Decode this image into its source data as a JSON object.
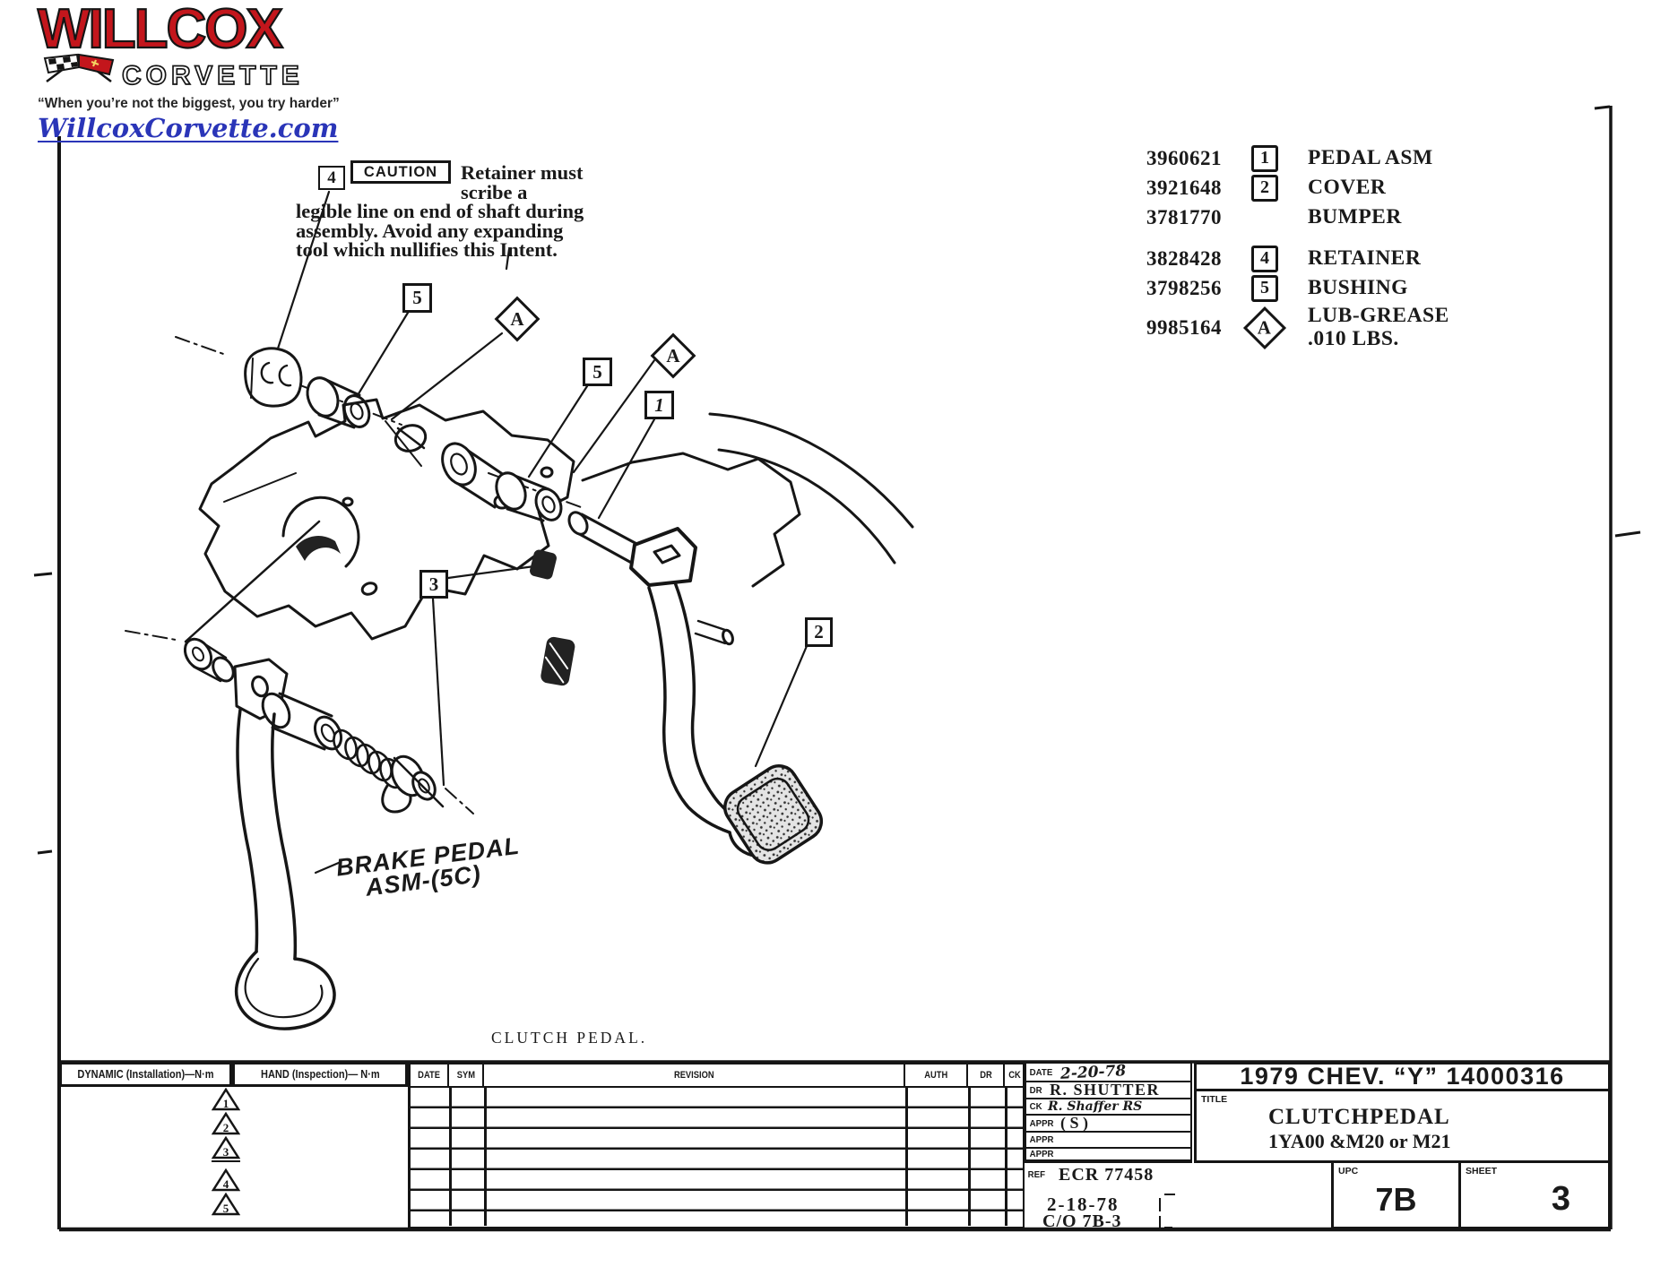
{
  "brand": {
    "logo_main": "WILLCOX",
    "logo_sub": "CORVETTE",
    "tagline": "“When you’re not the biggest, you try harder”",
    "website": "WillcoxCorvette.com",
    "colors": {
      "red": "#c3161c",
      "blue": "#2a35b8",
      "ink": "#151515"
    }
  },
  "caution": {
    "callout": "4",
    "label": "CAUTION",
    "line1": "Retainer must scribe a",
    "line2": "legible line on end of shaft during",
    "line3": "assembly.  Avoid any expanding",
    "line4": "tool which nullifies this Intent."
  },
  "parts_list": [
    {
      "part_number": "3960621",
      "callout": "1",
      "shape": "box",
      "desc": "PEDAL ASM",
      "desc2": ""
    },
    {
      "part_number": "3921648",
      "callout": "2",
      "shape": "box",
      "desc": "COVER",
      "desc2": ""
    },
    {
      "part_number": "3781770",
      "callout": "",
      "shape": "none",
      "desc": "BUMPER",
      "desc2": ""
    },
    {
      "part_number": "3828428",
      "callout": "4",
      "shape": "box",
      "desc": "RETAINER",
      "desc2": ""
    },
    {
      "part_number": "3798256",
      "callout": "5",
      "shape": "box",
      "desc": "BUSHING",
      "desc2": ""
    },
    {
      "part_number": "9985164",
      "callout": "A",
      "shape": "diamond",
      "desc": "LUB-GREASE",
      "desc2": ".010 LBS."
    }
  ],
  "diagram": {
    "caption": "CLUTCH PEDAL.",
    "brake_label_line1": "BRAKE PEDAL",
    "brake_label_line2": "ASM-(5C)",
    "callouts": {
      "c4": "4",
      "c5a": "5",
      "cA1": "A",
      "c5b": "5",
      "cA2": "A",
      "c1": "1",
      "c3": "3",
      "c2": "2"
    }
  },
  "title_block": {
    "dynamic_header": "DYNAMIC (Installation)—N·m",
    "hand_header": "HAND (Inspection)— N·m",
    "triangles": [
      "1",
      "2",
      "3",
      "4",
      "5"
    ],
    "rev_columns": [
      "DATE",
      "SYM",
      "REVISION",
      "AUTH",
      "DR",
      "CK"
    ],
    "approvals": {
      "date_label": "DATE",
      "date_value": "2-20-78",
      "dr_label": "DR",
      "dr_value": "R. SHUTTER",
      "ck_label": "CK",
      "ck_value": "R. Shaffer  RS",
      "appr_label": "APPR",
      "appr_s_value": "( S )",
      "ref_label": "REF",
      "ref_value": "ECR 77458",
      "ref_date": "2-18-78",
      "ref_co": "C/O 7B-3"
    },
    "drawing_header": "1979 CHEV. “Y” 14000316",
    "title_label": "TITLE",
    "title_line1": "CLUTCHPEDAL",
    "title_line2": "1YA00 &M20 or M21",
    "upc_label": "UPC",
    "upc_value": "7B",
    "sheet_label": "SHEET",
    "sheet_value": "3"
  }
}
